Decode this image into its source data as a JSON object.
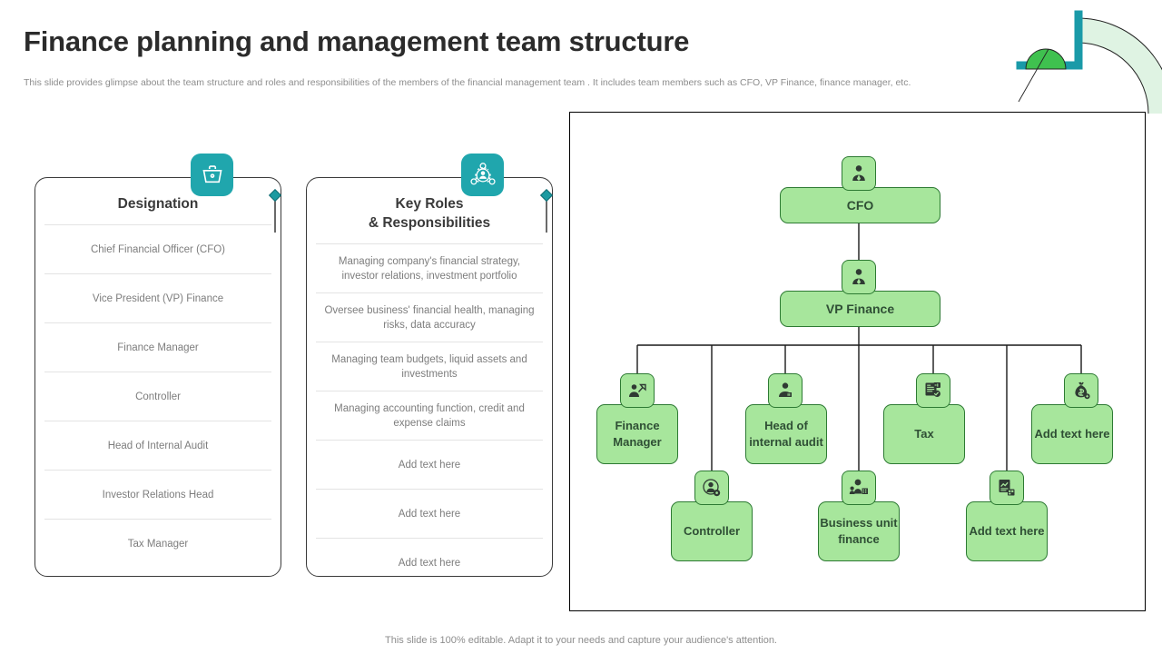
{
  "header": {
    "title": "Finance planning and management team structure",
    "subtitle": "This slide provides glimpse about the team structure and roles and responsibilities of the members of the financial management team . It includes team members such as CFO, VP Finance, finance manager, etc."
  },
  "footer": {
    "note": "This slide is 100% editable. Adapt it to your needs and capture your audience's attention."
  },
  "colors": {
    "teal_accent": "#20a6ad",
    "node_fill": "#a7e69c",
    "node_border": "#2d7a33",
    "node_text": "#2f4f35",
    "title_text": "#2b2b2b",
    "body_text": "#7d7d7d",
    "deco_teal": "#1a9aa8",
    "deco_green": "#3fc14f",
    "deco_arc": "#dff3e3"
  },
  "cards": [
    {
      "id": "designation",
      "icon": "briefcase-icon",
      "title": "Designation",
      "rows": [
        "Chief Financial Officer (CFO)",
        "Vice President (VP) Finance",
        "Finance Manager",
        "Controller",
        "Head of Internal Audit",
        "Investor Relations Head",
        "Tax Manager"
      ]
    },
    {
      "id": "roles",
      "icon": "finance-person-icon",
      "title": "Key Roles\n& Responsibilities",
      "title_line1": "Key Roles",
      "title_line2": "& Responsibilities",
      "rows": [
        "Managing company's financial strategy, investor relations, investment portfolio",
        "Oversee business' financial health, managing risks, data accuracy",
        "Managing team budgets, liquid assets and investments",
        "Managing accounting function, credit and expense claims",
        "Add text here",
        "Add text here",
        "Add text here"
      ]
    }
  ],
  "org_chart": {
    "nodes": [
      {
        "id": "cfo",
        "label": "CFO",
        "icon": "executive-icon"
      },
      {
        "id": "vp",
        "label": "VP Finance",
        "icon": "executive-icon"
      },
      {
        "id": "fin-mgr",
        "label": "Finance Manager",
        "icon": "analyst-growth-icon"
      },
      {
        "id": "controller",
        "label": "Controller",
        "icon": "person-gear-icon"
      },
      {
        "id": "audit",
        "label": "Head of internal audit",
        "icon": "auditor-icon"
      },
      {
        "id": "bu-finance",
        "label": "Business unit finance",
        "icon": "team-icon"
      },
      {
        "id": "tax",
        "label": "Tax",
        "icon": "report-icon"
      },
      {
        "id": "add-1",
        "label": "Add text here",
        "icon": "document-chart-icon"
      },
      {
        "id": "add-2",
        "label": "Add text here",
        "icon": "money-bag-icon"
      }
    ]
  }
}
